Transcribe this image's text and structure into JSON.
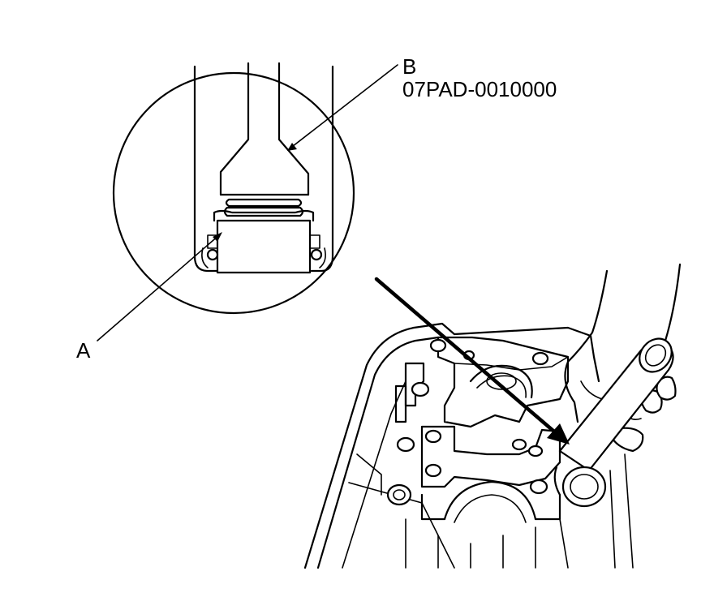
{
  "labels": {
    "a": "A",
    "b": "B",
    "b_part_number": "07PAD-0010000"
  },
  "colors": {
    "line": "#000000",
    "background": "#ffffff"
  }
}
